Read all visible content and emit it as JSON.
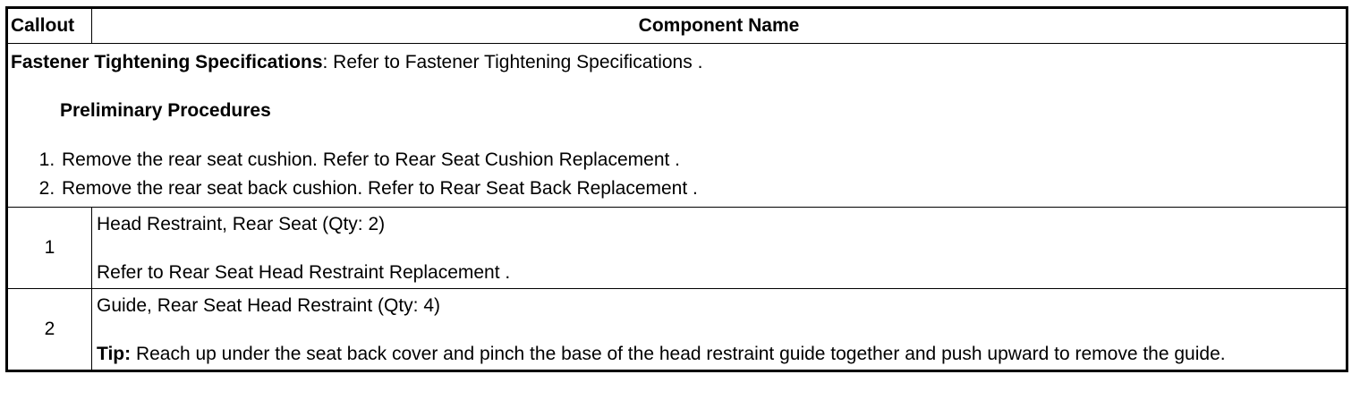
{
  "table": {
    "headers": {
      "callout": "Callout",
      "component": "Component Name"
    },
    "intro": {
      "fastener_label": "Fastener Tightening Specifications",
      "fastener_text": ": Refer to Fastener Tightening Specifications .",
      "prelim_heading": "Preliminary Procedures",
      "steps": [
        "Remove the rear seat cushion. Refer to Rear Seat Cushion Replacement .",
        "Remove the rear seat back cushion. Refer to Rear Seat Back Replacement ."
      ]
    },
    "rows": [
      {
        "callout": "1",
        "name": "Head Restraint, Rear Seat (Qty: 2)",
        "note": "Refer to Rear Seat Head Restraint Replacement ."
      },
      {
        "callout": "2",
        "name": "Guide, Rear Seat Head Restraint (Qty: 4)",
        "tip_label": "Tip:",
        "tip_text": " Reach up under the seat back cover and pinch the base of the head restraint guide together and push upward to remove the guide."
      }
    ]
  }
}
